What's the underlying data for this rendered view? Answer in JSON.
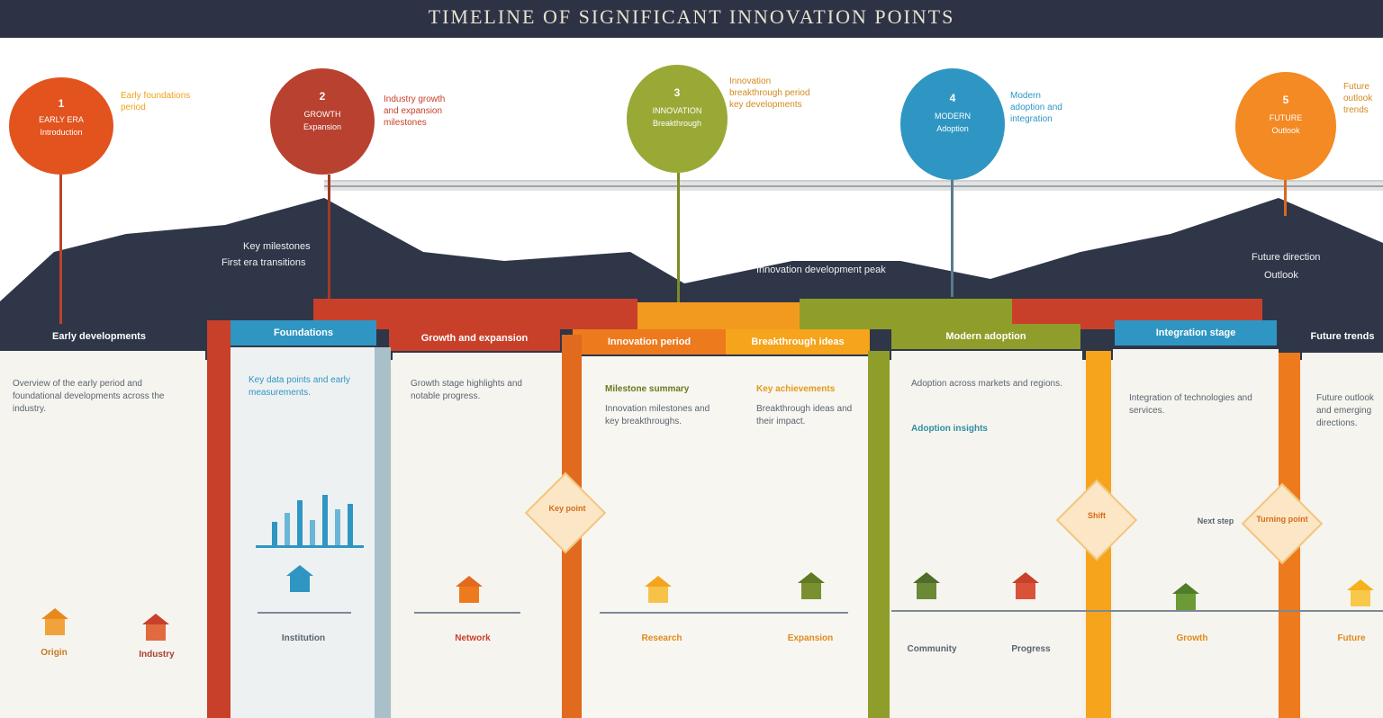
{
  "title": "TIMELINE OF SIGNIFICANT INNOVATION POINTS",
  "colors": {
    "header": "#2d3344",
    "red": "#c8402a",
    "orange": "#ee7a1e",
    "olive": "#8f9e2a",
    "blue": "#2f96c3",
    "amber": "#f5a41b",
    "mountain": "#2e3648"
  },
  "balloons": [
    {
      "heading": "1",
      "lines": [
        "EARLY ERA",
        "Introduction"
      ],
      "label": [
        "Early foundations",
        "period"
      ]
    },
    {
      "heading": "2",
      "lines": [
        "GROWTH",
        "Expansion"
      ],
      "label": [
        "Industry growth",
        "and expansion",
        "milestones"
      ]
    },
    {
      "heading": "3",
      "lines": [
        "INNOVATION",
        "Breakthrough"
      ],
      "label": [
        "Innovation",
        "breakthrough period",
        "key developments"
      ]
    },
    {
      "heading": "4",
      "lines": [
        "MODERN",
        "Adoption"
      ],
      "label": [
        "Modern",
        "adoption and",
        "integration"
      ]
    },
    {
      "heading": "5",
      "lines": [
        "FUTURE",
        "Outlook"
      ],
      "label": [
        "Future",
        "outlook",
        "trends"
      ]
    }
  ],
  "mountain_labels": [
    "Key milestones",
    "First era transitions",
    "Innovation development peak",
    "Future direction",
    "Outlook"
  ],
  "columns": [
    {
      "head": "Early developments"
    },
    {
      "head": "Foundations"
    },
    {
      "head": "Growth and expansion"
    },
    {
      "head": "Innovation period"
    },
    {
      "head": "Breakthrough ideas"
    },
    {
      "head": "Modern adoption"
    },
    {
      "head": "Integration stage"
    },
    {
      "head": "Future trends"
    }
  ],
  "panel_text": [
    "Overview of the early period and foundational developments across the industry.",
    "Key data points and early measurements.",
    "Growth stage highlights and notable progress.",
    "Innovation milestones and key breakthroughs.",
    "Breakthrough ideas and their impact.",
    "Adoption across markets and regions.",
    "Integration of technologies and services.",
    "Future outlook and emerging directions."
  ],
  "mid_headings": [
    "Milestone summary",
    "Key achievements",
    "Adoption insights"
  ],
  "diamonds": [
    "Key point",
    "Shift",
    "Turning point",
    "Next step"
  ],
  "icon_captions": [
    "Origin",
    "Industry",
    "Institution",
    "Network",
    "Research",
    "Expansion",
    "Community",
    "Progress",
    "Growth",
    "Future"
  ]
}
